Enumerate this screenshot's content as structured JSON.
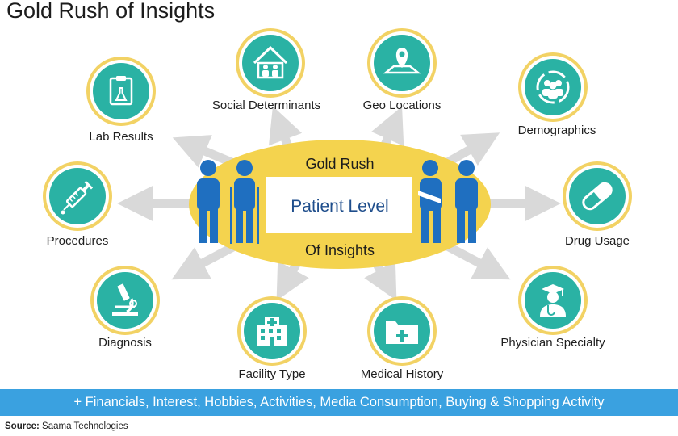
{
  "title": "Gold Rush of Insights",
  "center": {
    "top_text": "Gold Rush",
    "box_text": "Patient Level",
    "bottom_text": "Of Insights"
  },
  "nodes": [
    {
      "label": "Lab Results",
      "icon": "clipboard-flask-icon"
    },
    {
      "label": "Social Determinants",
      "icon": "house-people-icon"
    },
    {
      "label": "Geo Locations",
      "icon": "map-pin-icon"
    },
    {
      "label": "Demographics",
      "icon": "people-circle-icon"
    },
    {
      "label": "Procedures",
      "icon": "syringe-icon"
    },
    {
      "label": "Drug Usage",
      "icon": "capsule-icon"
    },
    {
      "label": "Diagnosis",
      "icon": "microscope-icon"
    },
    {
      "label": "Facility Type",
      "icon": "hospital-building-icon"
    },
    {
      "label": "Medical History",
      "icon": "medical-folder-icon"
    },
    {
      "label": "Physician Specialty",
      "icon": "doctor-icon"
    }
  ],
  "banner": "+ Financials, Interest, Hobbies, Activities, Media Consumption, Buying & Shopping Activity",
  "source": {
    "label": "Source:",
    "text": "Saama Technologies"
  },
  "colors": {
    "teal": "#2ab2a4",
    "gold_ring": "#f2d264",
    "ellipse": "#f4d34e",
    "people": "#1f6fc0",
    "arrow": "#d9d9d9",
    "banner": "#3aa1e0"
  }
}
